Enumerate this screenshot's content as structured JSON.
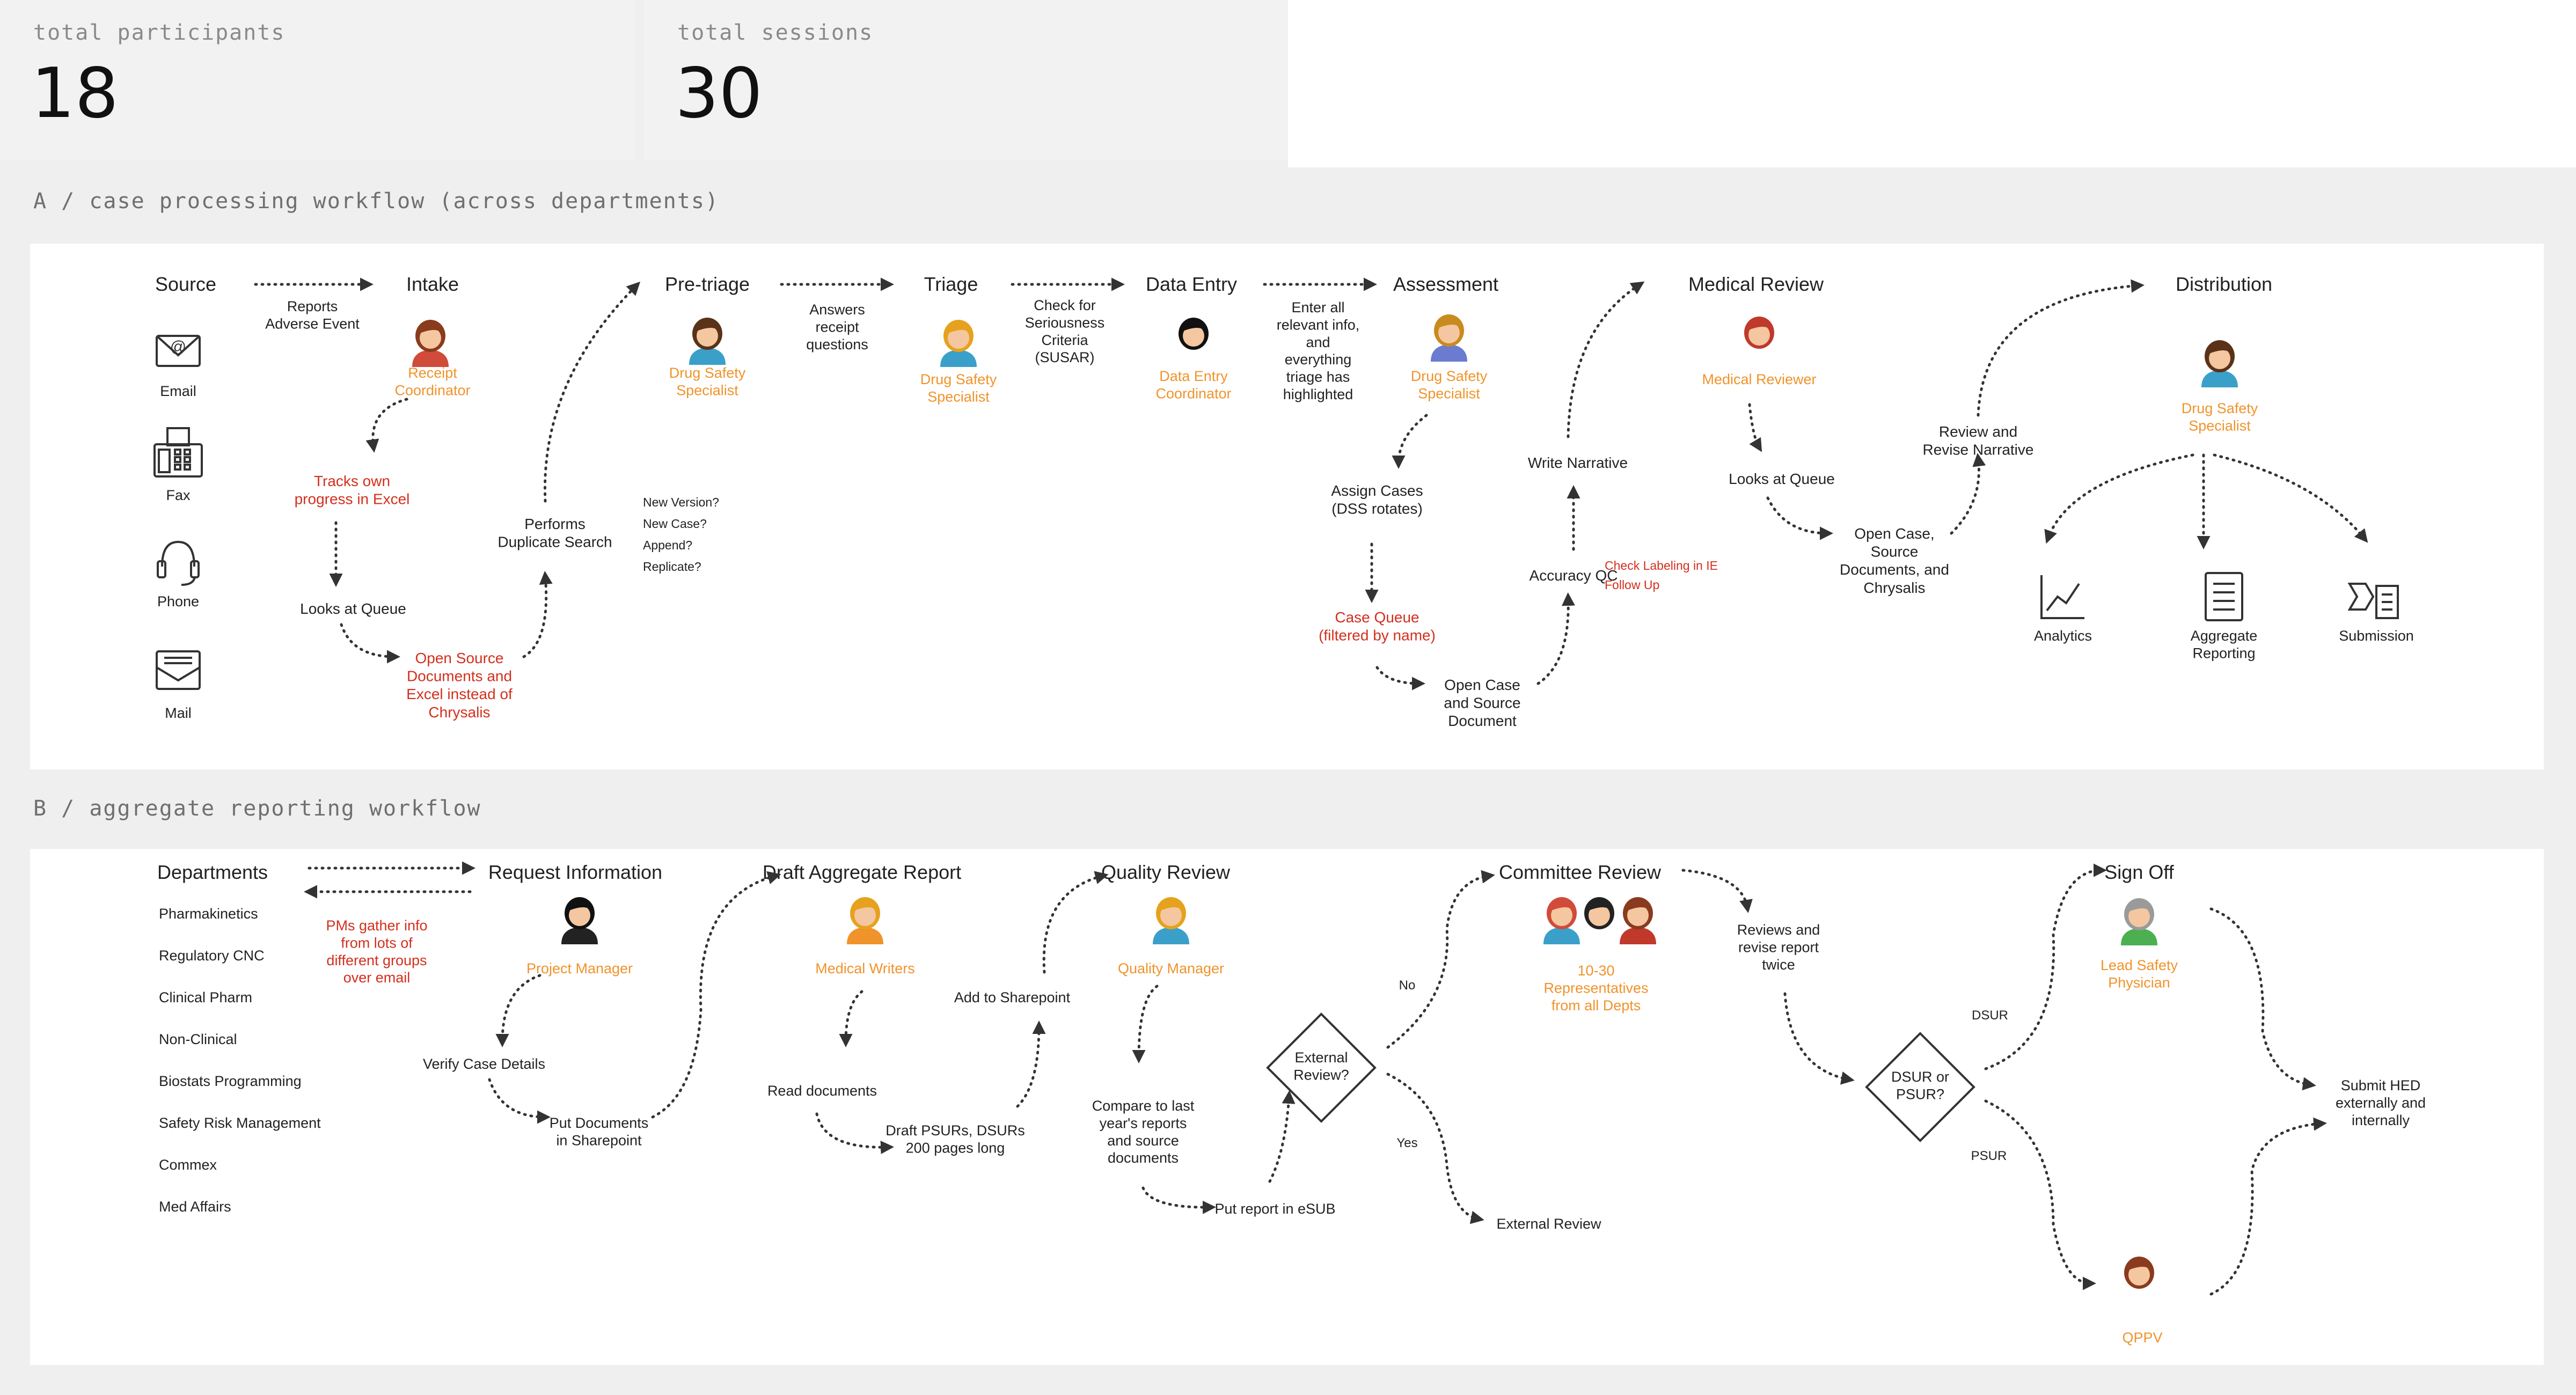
{
  "stats": [
    {
      "label": "total participants",
      "value": "18"
    },
    {
      "label": "total sessions",
      "value": "30"
    }
  ],
  "sections": {
    "a_label": "A / case processing workflow (across departments)",
    "b_label": "B / aggregate reporting workflow"
  },
  "colors": {
    "orange": "#f0932b",
    "red": "#d32f1e",
    "dark": "#222222",
    "gray": "#555555"
  },
  "diagram_a": {
    "headers": {
      "source": "Source",
      "intake": "Intake",
      "pretriage": "Pre-triage",
      "triage": "Triage",
      "dataentry": "Data Entry",
      "assessment": "Assessment",
      "medreview": "Medical Review",
      "distribution": "Distribution"
    },
    "sources": [
      "Email",
      "Fax",
      "Phone",
      "Mail"
    ],
    "roles": {
      "intake": [
        "Receipt",
        "Coordinator"
      ],
      "pretriage": [
        "Drug Safety",
        "Specialist"
      ],
      "triage": [
        "Drug Safety",
        "Specialist"
      ],
      "dataentry": [
        "Data Entry",
        "Coordinator"
      ],
      "assessment": [
        "Drug Safety",
        "Specialist"
      ],
      "medreview": [
        "Medical Reviewer"
      ],
      "distribution": [
        "Drug Safety",
        "Specialist"
      ]
    },
    "connectors": {
      "reports": [
        "Reports",
        "Adverse Event"
      ],
      "answers": [
        "Answers",
        "receipt",
        "questions"
      ],
      "check": [
        "Check for",
        "Seriousness",
        "Criteria",
        "(SUSAR)"
      ],
      "enter": [
        "Enter all",
        "relevant info,",
        "and",
        "everything",
        "triage has",
        "highlighted"
      ]
    },
    "steps": {
      "tracks": [
        "Tracks own",
        "progress in Excel"
      ],
      "looks_queue_a": [
        "Looks at Queue"
      ],
      "open_source": [
        "Open Source",
        "Documents and",
        "Excel instead of",
        "Chrysalis"
      ],
      "dup_search": [
        "Performs",
        "Duplicate Search"
      ],
      "questions": [
        "New Version?",
        "New Case?",
        "Append?",
        "Replicate?"
      ],
      "assign": [
        "Assign Cases",
        "(DSS rotates)"
      ],
      "case_queue": [
        "Case Queue",
        "(filtered by name)"
      ],
      "open_case": [
        "Open Case",
        "and Source",
        "Document"
      ],
      "accuracy": [
        "Accuracy QC"
      ],
      "check_label": [
        "Check Labeling in IE",
        "Follow Up"
      ],
      "write": [
        "Write Narrative"
      ],
      "looks_queue_m": [
        "Looks at Queue"
      ],
      "open_case_src": [
        "Open Case,",
        "Source",
        "Documents, and",
        "Chrysalis"
      ],
      "review_revise": [
        "Review and",
        "Revise Narrative"
      ]
    },
    "outputs": [
      "Analytics",
      "Aggregate|Reporting",
      "Submission"
    ]
  },
  "diagram_b": {
    "headers": {
      "departments": "Departments",
      "request": "Request Information",
      "draft": "Draft Aggregate Report",
      "quality": "Quality Review",
      "committee": "Committee Review",
      "signoff": "Sign Off"
    },
    "departments": [
      "Pharmakinetics",
      "Regulatory CNC",
      "Clinical Pharm",
      "Non-Clinical",
      "Biostats Programming",
      "Safety Risk Management",
      "Commex",
      "Med Affairs"
    ],
    "roles": {
      "request": [
        "Project Manager"
      ],
      "draft": [
        "Medical Writers"
      ],
      "quality": [
        "Quality Manager"
      ],
      "committee": [
        "10-30",
        "Representatives",
        "from all Depts"
      ],
      "signoff": [
        "Lead Safety",
        "Physician"
      ],
      "qppv": [
        "QPPV"
      ]
    },
    "steps": {
      "pms": [
        "PMs gather info",
        "from lots of",
        "different groups",
        "over email"
      ],
      "verify": [
        "Verify Case Details"
      ],
      "put_docs": [
        "Put Documents",
        "in Sharepoint"
      ],
      "read": [
        "Read documents"
      ],
      "draft_psurs": [
        "Draft PSURs, DSURs",
        "200 pages long"
      ],
      "add_share": [
        "Add to Sharepoint"
      ],
      "compare": [
        "Compare to last",
        "year's reports",
        "and source",
        "documents"
      ],
      "put_esub": [
        "Put report in eSUB"
      ],
      "ext_review_q": [
        "External",
        "Review?"
      ],
      "no": [
        "No"
      ],
      "yes": [
        "Yes"
      ],
      "ext_review": [
        "External Review"
      ],
      "reviews": [
        "Reviews  and",
        "revise report",
        "twice"
      ],
      "dsur_q": [
        "DSUR or",
        "PSUR?"
      ],
      "dsur": [
        "DSUR"
      ],
      "psur": [
        "PSUR"
      ],
      "submit": [
        "Submit HED",
        "externally and",
        "internally"
      ]
    }
  }
}
